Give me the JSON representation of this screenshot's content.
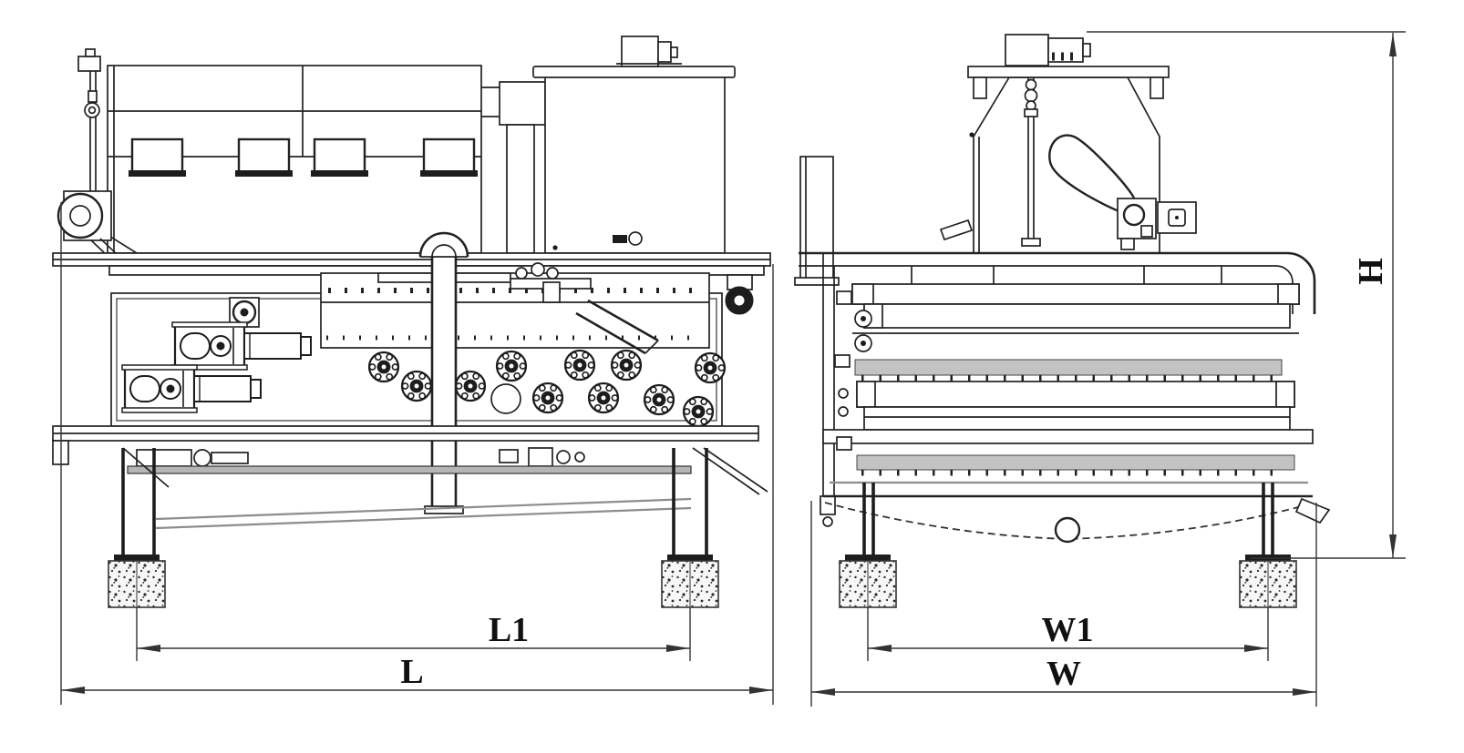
{
  "drawing": {
    "dimension_labels": {
      "side_inner": "L1",
      "side_outer": "L",
      "end_inner": "W1",
      "end_outer": "W",
      "height": "H"
    },
    "colors": {
      "background": "#ffffff",
      "line": "#222222",
      "dimension_line": "#333333",
      "mesh_gray": "#c3c3c3",
      "foot_speckle": "#2b2b2b"
    }
  }
}
